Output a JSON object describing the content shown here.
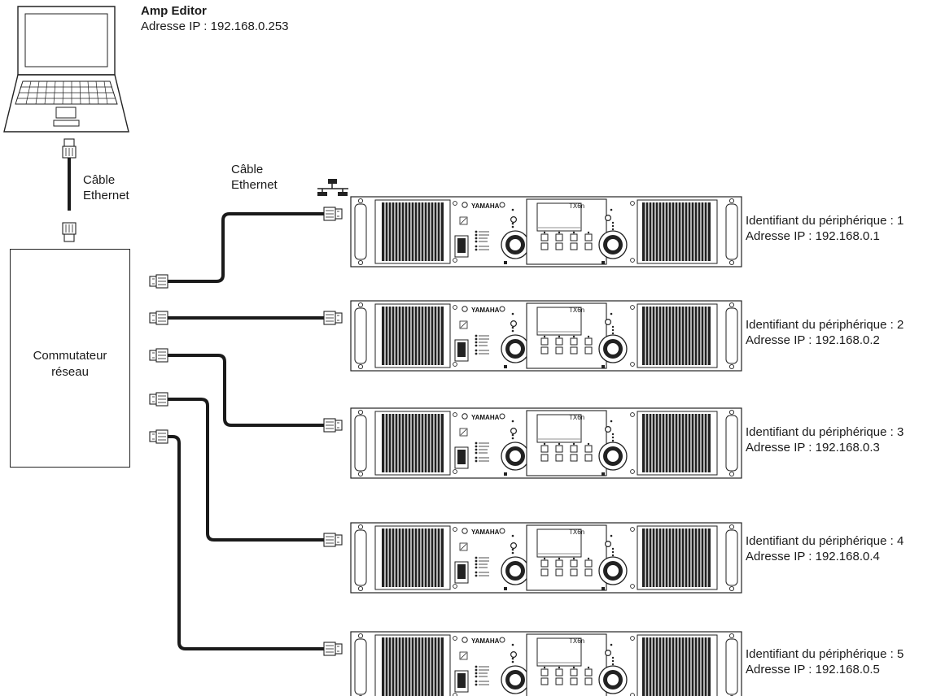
{
  "computer": {
    "name": "Amp Editor",
    "ip": "Adresse IP : 192.168.0.253"
  },
  "cables": {
    "left_label_line1": "Câble",
    "left_label_line2": "Ethernet",
    "top_label_line1": "Câble",
    "top_label_line2": "Ethernet"
  },
  "switch": {
    "line1": "Commutateur",
    "line2": "réseau"
  },
  "amp_panel": {
    "brand": "YAMAHA",
    "model": "TX6n"
  },
  "devices": [
    {
      "id_label": "Identifiant du périphérique : 1",
      "ip_label": "Adresse IP : 192.168.0.1"
    },
    {
      "id_label": "Identifiant du périphérique : 2",
      "ip_label": "Adresse IP : 192.168.0.2"
    },
    {
      "id_label": "Identifiant du périphérique : 3",
      "ip_label": "Adresse IP : 192.168.0.3"
    },
    {
      "id_label": "Identifiant du périphérique : 4",
      "ip_label": "Adresse IP : 192.168.0.4"
    },
    {
      "id_label": "Identifiant du périphérique : 5",
      "ip_label": "Adresse IP : 192.168.0.5"
    }
  ],
  "icons": {
    "network": "network-icon",
    "connector": "rj45-connector-icon"
  }
}
